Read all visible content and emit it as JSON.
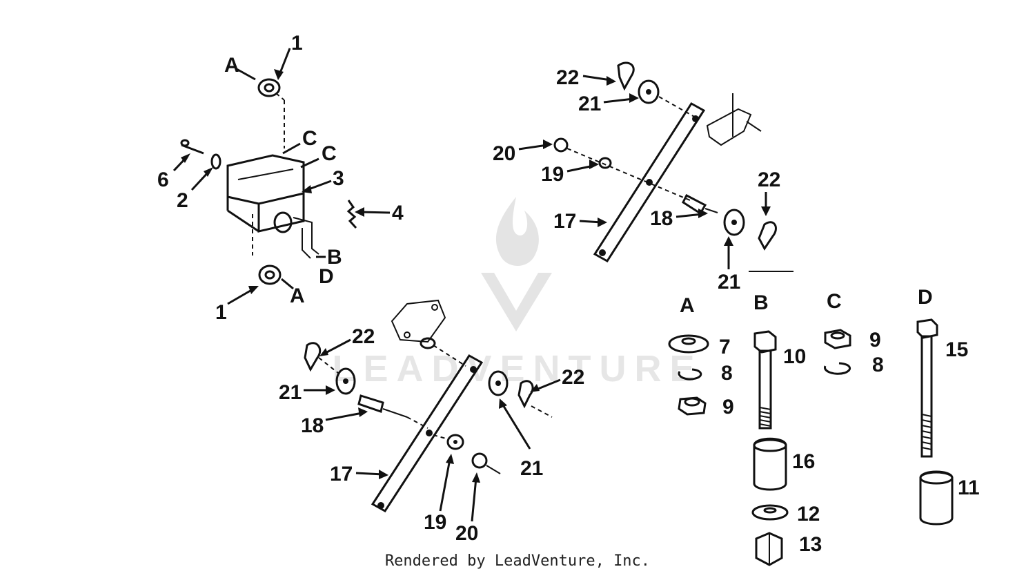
{
  "diagram": {
    "watermark_text": "LEADVENTURE",
    "footer": "Rendered by LeadVenture, Inc.",
    "group_labels": [
      "A",
      "B",
      "C",
      "D"
    ],
    "callouts": {
      "upper_left": [
        "1",
        "A",
        "C",
        "C",
        "6",
        "2",
        "3",
        "4",
        "B",
        "D",
        "1",
        "A"
      ],
      "upper_right": [
        "22",
        "21",
        "20",
        "19",
        "17",
        "18",
        "22",
        "21"
      ],
      "lower": [
        "22",
        "21",
        "18",
        "17",
        "22",
        "21",
        "19",
        "20"
      ],
      "legend_a": [
        "7",
        "8",
        "9"
      ],
      "legend_b": [
        "10",
        "16",
        "12",
        "13"
      ],
      "legend_c": [
        "9",
        "8"
      ],
      "legend_d": [
        "15",
        "11"
      ]
    }
  }
}
